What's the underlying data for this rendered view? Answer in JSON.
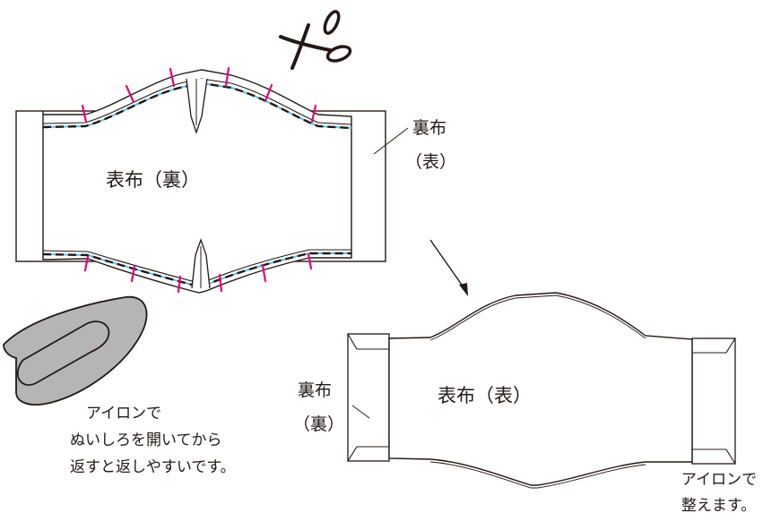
{
  "labels": {
    "top_main": "表布（裏）",
    "top_side_line1": "裏布",
    "top_side_line2": "（表）",
    "bottom_main": "表布（表）",
    "bottom_side_line1": "裏布",
    "bottom_side_line2": "（裏）",
    "iron_note_line1": "アイロンで",
    "iron_note_line2": "ぬいしろを開いてから",
    "iron_note_line3": "返すと返しやすいです。",
    "finish_note_line1": "アイロンで",
    "finish_note_line2": "整えます。"
  },
  "icons": {
    "scissors": "scissors-icon",
    "iron": "iron-icon",
    "arrow": "arrow-icon"
  },
  "colors": {
    "outline": "#231815",
    "stitch": "#231815",
    "seam_blue": "#5bc1e8",
    "notch": "#e4007f",
    "iron_fill": "#b5b5b6"
  }
}
